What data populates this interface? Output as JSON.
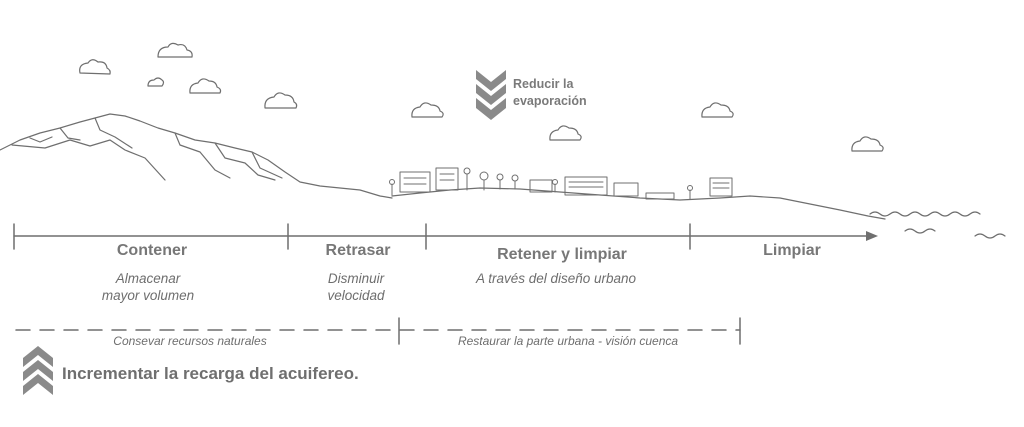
{
  "evaporation": {
    "line1": "Reducir la",
    "line2": "evaporación",
    "icon": "chevron-down-icon"
  },
  "stages": [
    {
      "title": "Contener",
      "desc1": "Almacenar",
      "desc2": "mayor volumen"
    },
    {
      "title": "Retrasar",
      "desc1": "Disminuir",
      "desc2": "velocidad"
    },
    {
      "title": "Retener y limpiar",
      "desc1": "A través del diseño urbano",
      "desc2": ""
    },
    {
      "title": "Limpiar",
      "desc1": "",
      "desc2": ""
    }
  ],
  "dashed": {
    "left": "Consevar recursos naturales",
    "right": "Restaurar la parte urbana - visión cuenca"
  },
  "recharge": {
    "label": "Incrementar la recarga del acuifereo.",
    "icon": "chevron-up-icon"
  },
  "colors": {
    "stroke": "#6f6f6f",
    "arrow_fill": "#8a8a8a",
    "text": "#6f6f6f"
  }
}
